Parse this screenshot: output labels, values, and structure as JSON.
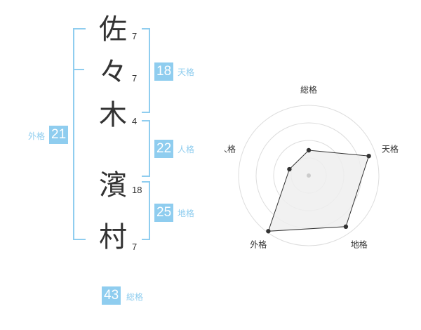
{
  "name": {
    "chars": [
      {
        "char": "佐",
        "strokes": "7"
      },
      {
        "char": "々",
        "strokes": "7"
      },
      {
        "char": "木",
        "strokes": "4"
      },
      {
        "char": "濱",
        "strokes": "18"
      },
      {
        "char": "村",
        "strokes": "7"
      }
    ]
  },
  "fortunes": {
    "tenkaku": {
      "label": "天格",
      "value": "18"
    },
    "jinkaku": {
      "label": "人格",
      "value": "22"
    },
    "chikaku": {
      "label": "地格",
      "value": "25"
    },
    "gaikaku": {
      "label": "外格",
      "value": "21"
    },
    "soukaku": {
      "label": "総格",
      "value": "43"
    }
  },
  "colors": {
    "accent": "#8fcdef",
    "text": "#333333",
    "grid": "#dddddd",
    "fill": "#efefef",
    "point": "#333333"
  },
  "chart_data": {
    "type": "radar",
    "axes": [
      "総格",
      "天格",
      "地格",
      "外格",
      "人格"
    ],
    "values": [
      0.36,
      0.9,
      0.9,
      0.98,
      0.29
    ],
    "rlim": [
      0,
      1
    ],
    "rings": 4
  }
}
